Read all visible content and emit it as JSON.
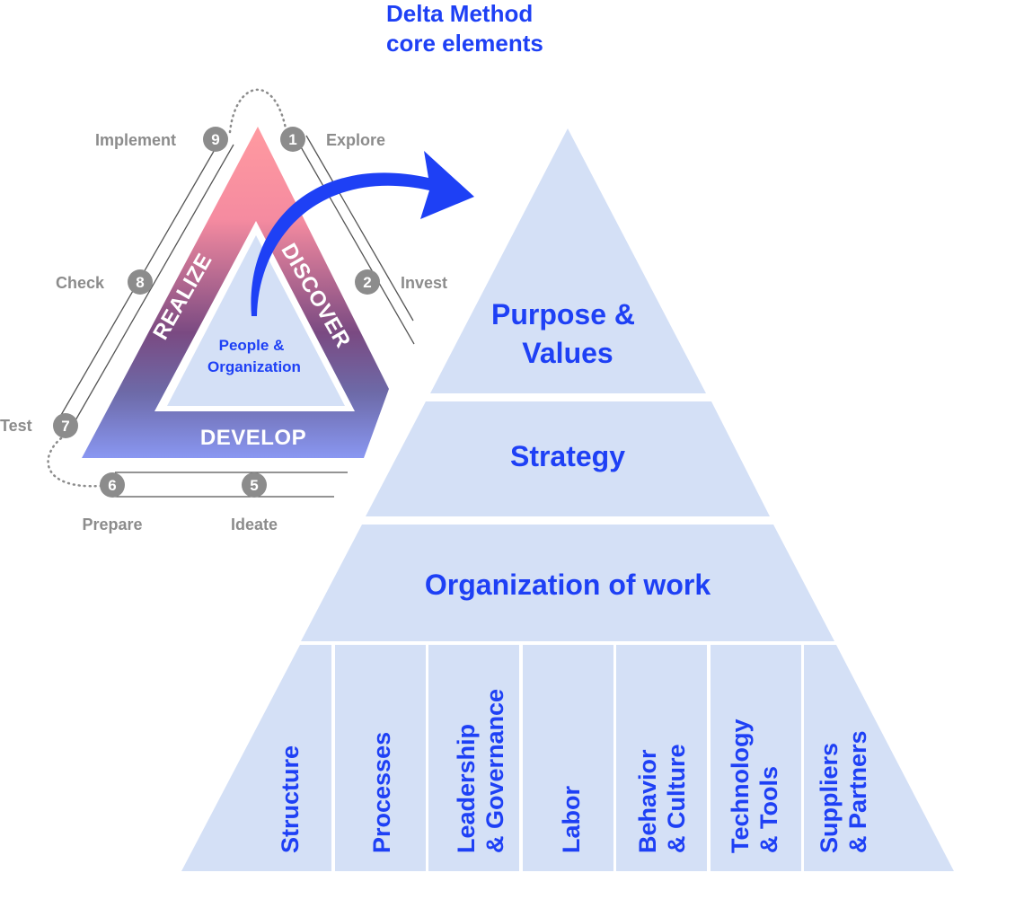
{
  "title": {
    "line1": "Delta Method",
    "line2": "core elements"
  },
  "cycle": {
    "phases": {
      "discover": "DISCOVER",
      "realize": "REALIZE",
      "develop": "DEVELOP"
    },
    "center": {
      "line1": "People &",
      "line2": "Organization"
    },
    "steps": [
      {
        "num": "1",
        "label": "Explore"
      },
      {
        "num": "2",
        "label": "Invest"
      },
      {
        "num": "5",
        "label": "Ideate"
      },
      {
        "num": "6",
        "label": "Prepare"
      },
      {
        "num": "7",
        "label": "Test"
      },
      {
        "num": "8",
        "label": "Check"
      },
      {
        "num": "9",
        "label": "Implement"
      }
    ]
  },
  "pyramid": {
    "top": {
      "line1": "Purpose &",
      "line2": "Values"
    },
    "strategy": "Strategy",
    "organization": "Organization of work",
    "pillars": [
      {
        "line1": "Structure"
      },
      {
        "line1": "Processes"
      },
      {
        "line1": "Leadership",
        "line2": "& Governance"
      },
      {
        "line1": "Labor"
      },
      {
        "line1": "Behavior",
        "line2": "& Culture"
      },
      {
        "line1": "Technology",
        "line2": "& Tools"
      },
      {
        "line1": "Suppliers",
        "line2": "& Partners"
      }
    ]
  },
  "colors": {
    "accent": "#1e40f5",
    "tier_fill": "#d4e0f6",
    "ring_top": "#ff9aa0",
    "ring_mid": "#7a4a82",
    "ring_bottom": "#8a98f4",
    "step_grey": "#8c8c8c"
  }
}
